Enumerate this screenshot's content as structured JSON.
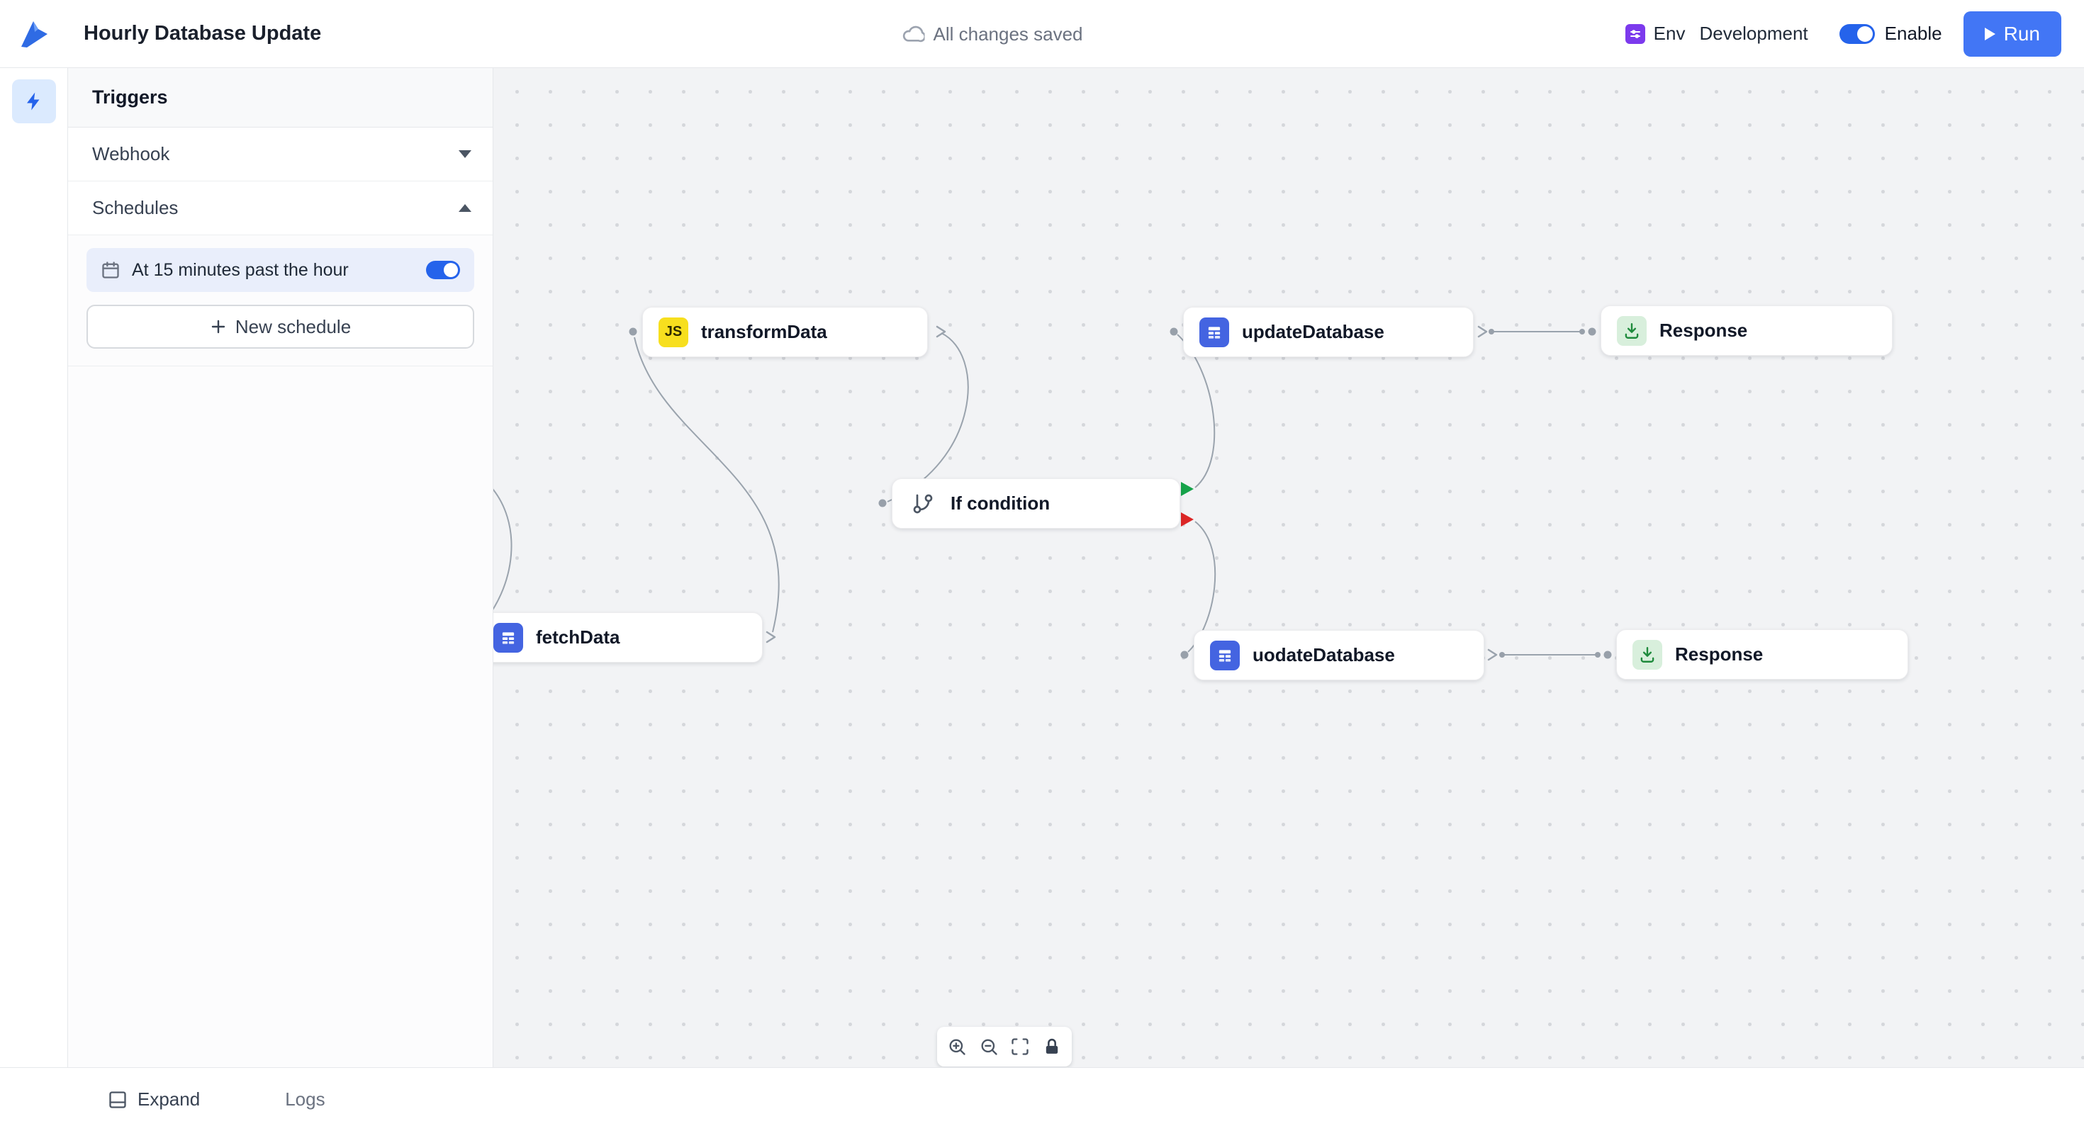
{
  "topbar": {
    "title": "Hourly Database Update",
    "save_status": "All changes saved",
    "env_label": "Env",
    "env_value": "Development",
    "enable_label": "Enable",
    "run_label": "Run"
  },
  "sidebar": {
    "header": "Triggers",
    "webhook_label": "Webhook",
    "schedules_label": "Schedules",
    "schedule_item": {
      "label": "At 15 minutes past the hour",
      "enabled": true
    },
    "new_schedule_label": "New schedule"
  },
  "canvas": {
    "nodes": [
      {
        "label": "transformData",
        "icon": "javascript-icon",
        "badge": "JS"
      },
      {
        "label": "updateDatabase",
        "icon": "database-icon"
      },
      {
        "label": "Response",
        "icon": "response-icon"
      },
      {
        "label": "If condition",
        "icon": "branch-icon"
      },
      {
        "label": "fetchData",
        "icon": "database-icon"
      },
      {
        "label": "uodateDatabase",
        "icon": "database-icon"
      },
      {
        "label": "Response",
        "icon": "response-icon"
      }
    ],
    "controls": [
      "zoom-in",
      "zoom-out",
      "fit-view",
      "lock"
    ]
  },
  "footer": {
    "expand_label": "Expand",
    "logs_label": "Logs"
  },
  "colors": {
    "accent_blue": "#4276f5",
    "toggle_on": "#2563eb",
    "true_branch": "#16a34a",
    "false_branch": "#dc2626",
    "env_purple": "#7c3aed",
    "js_yellow": "#f7df1e",
    "db_blue": "#4464e1",
    "response_green": "#1e8a3c",
    "edge_gray": "#9aa3ad"
  }
}
